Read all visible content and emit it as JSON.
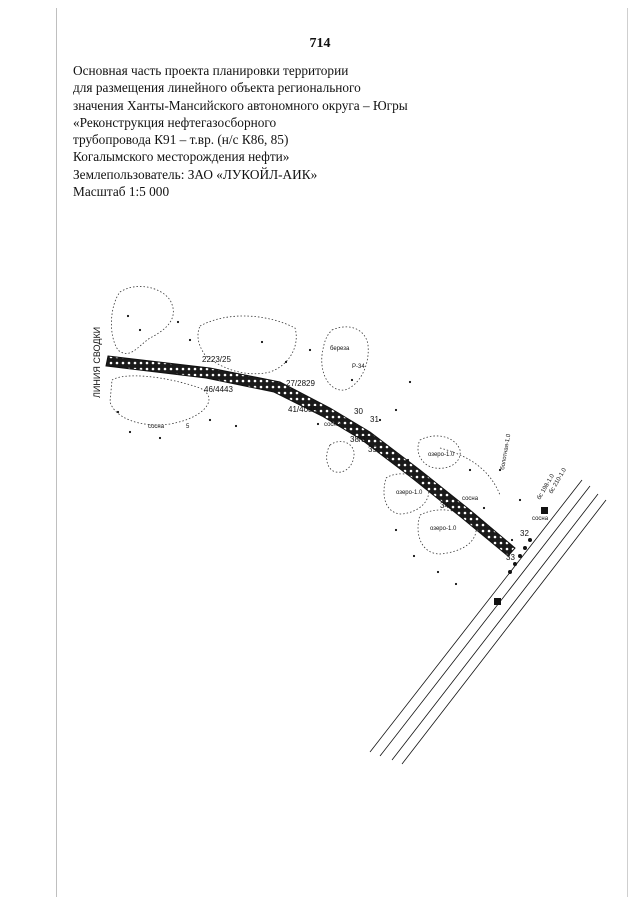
{
  "page_number": "714",
  "title_lines": [
    "Основная часть проекта планировки территории",
    "для размещения линейного объекта регионального",
    "значения Ханты-Мансийского автономного округа – Югры",
    "«Реконструкция нефтегазосборного",
    "трубопровода К91 – т.вр. (н/с К86, 85)",
    "Когалымского месторождения нефти»",
    "Землепользователь: ЗАО «ЛУКОЙЛ-АИК»",
    "Масштаб 1:5 000"
  ],
  "map": {
    "summary_line_label": "ЛИНИЯ СВОДКИ",
    "point_labels": {
      "p22_25": "2223/25",
      "p46_43": "46/4443",
      "p27_29": "27/2829",
      "p41_38": "41/4039",
      "p30": "30",
      "p31": "31",
      "p38_35": "38/37",
      "p35": "35",
      "p34": "34",
      "p32": "32",
      "p33": "33"
    },
    "area_labels": {
      "birch": "береза",
      "pine_left": "сосна",
      "pine_num": "5",
      "pine_mid": "сосна",
      "pine_right": "сосна",
      "pine_lower": "сосна",
      "p34_code": "Р-34",
      "lake1": "озеро-1.0",
      "lake2": "озеро-1.0",
      "lake3": "озеро-1.0",
      "bolotnaya": "болотная-1.0",
      "road_label1": "бс 198-1.0",
      "road_label2": "бс 210-1.0"
    }
  }
}
